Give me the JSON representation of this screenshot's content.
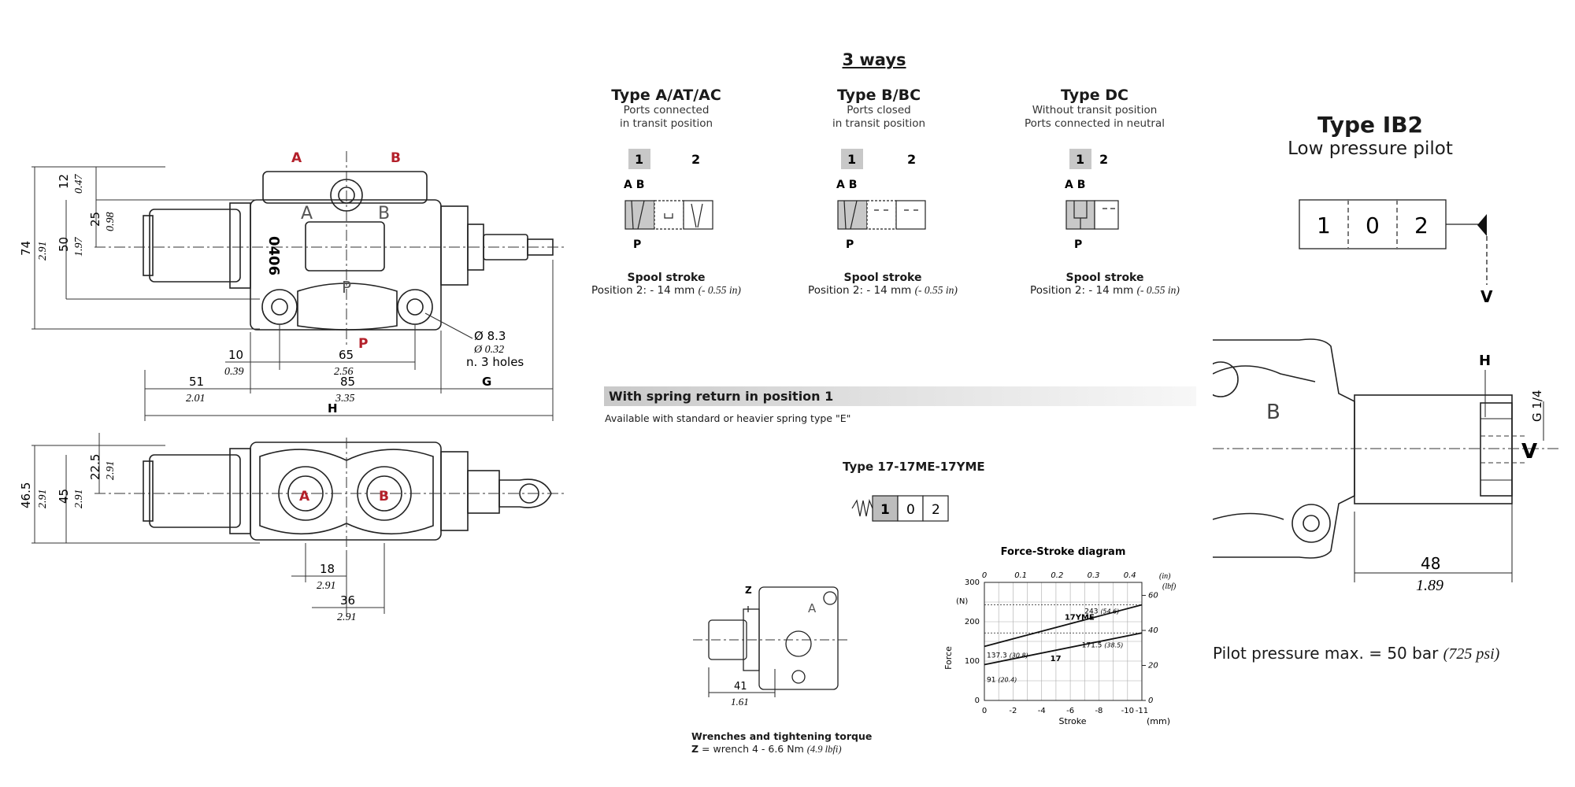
{
  "ways_title": "3 ways",
  "types": [
    {
      "title": "Type A/AT/AC",
      "desc1": "Ports connected",
      "desc2": "in transit position",
      "spool_title": "Spool stroke",
      "spool_pos": "Position 2: - 14 mm",
      "spool_in": "(- 0.55 in)"
    },
    {
      "title": "Type B/BC",
      "desc1": "Ports closed",
      "desc2": "in transit position",
      "spool_title": "Spool stroke",
      "spool_pos": "Position 2: - 14 mm",
      "spool_in": "(- 0.55 in)"
    },
    {
      "title": "Type DC",
      "desc1": "Without transit position",
      "desc2": "Ports connected in neutral",
      "spool_title": "Spool stroke",
      "spool_pos": "Position 2: - 14 mm",
      "spool_in": "(- 0.55 in)"
    }
  ],
  "symbol_labels": {
    "pos1": "1",
    "pos2": "2",
    "ports_ab": "A B",
    "port_p": "P"
  },
  "spring_banner": "With spring return in position 1",
  "spring_note": "Available with standard or heavier spring type \"E\"",
  "type17_title": "Type 17-17ME-17YME",
  "type17_positions": [
    "1",
    "0",
    "2"
  ],
  "wrench": {
    "title": "Wrenches and tightening torque",
    "z_label": "Z",
    "text": " = wrench 4 - 6.6 Nm",
    "imperial": "(4.9 lbfi)",
    "dim_41": "41",
    "dim_161": "1.61"
  },
  "ib2": {
    "title": "Type IB2",
    "subtitle": "Low pressure pilot",
    "positions": [
      "1",
      "0",
      "2"
    ],
    "v": "V",
    "h": "H",
    "g14": "G 1/4",
    "dim_48": "48",
    "dim_189": "1.89",
    "port_b": "B"
  },
  "pilot_text": "Pilot pressure max.  = 50 bar",
  "pilot_imperial": "(725 psi)",
  "front_view": {
    "port_a": "A",
    "port_b": "B",
    "port_p": "P",
    "body_mark": "0406",
    "d74": "74",
    "d291": "2.91",
    "d12": "12",
    "d047": "0.47",
    "d25": "25",
    "d098": "0.98",
    "d50": "50",
    "d197": "1.97",
    "d10": "10",
    "d039": "0.39",
    "d65": "65",
    "d256": "2.56",
    "d51": "51",
    "d201": "2.01",
    "d85": "85",
    "d335": "3.35",
    "g": "G",
    "h": "H",
    "hole1": "Ø 8.3",
    "hole2": "Ø 0.32",
    "hole3": "n. 3 holes"
  },
  "top_view": {
    "port_a": "A",
    "port_b": "B",
    "d465": "46.5",
    "d45": "45",
    "d225": "22.5",
    "d291": "2.91",
    "d18": "18",
    "d36": "36"
  },
  "chart_data": {
    "type": "line",
    "title": "Force-Stroke diagram",
    "xlabel": "Stroke",
    "x_unit": "(mm)",
    "ylabel": "Force",
    "y_unit": "(N)",
    "top_axis_unit": "(in)",
    "right_axis_unit": "(lbf)",
    "xlim": [
      0,
      -11
    ],
    "ylim": [
      0,
      300
    ],
    "x_ticks": [
      "0",
      "-2",
      "-4",
      "-6",
      "-8",
      "-10",
      "-11"
    ],
    "y_ticks": [
      "0",
      "100",
      "200",
      "300"
    ],
    "top_ticks": [
      "0",
      "0.1",
      "0.2",
      "0.3",
      "0.4"
    ],
    "right_ticks": [
      "0",
      "20",
      "40",
      "60"
    ],
    "grid": true,
    "series": [
      {
        "name": "17",
        "x": [
          0,
          -11
        ],
        "y": [
          91,
          171.5
        ]
      },
      {
        "name": "17YME",
        "x": [
          0,
          -11
        ],
        "y": [
          137.3,
          243
        ]
      }
    ],
    "annotations": [
      {
        "text": "91",
        "imperial": "(20.4)"
      },
      {
        "text": "137.3",
        "imperial": "(30.8)"
      },
      {
        "text": "171.5",
        "imperial": "(38.5)"
      },
      {
        "text": "243",
        "imperial": "(54.6)"
      }
    ]
  }
}
